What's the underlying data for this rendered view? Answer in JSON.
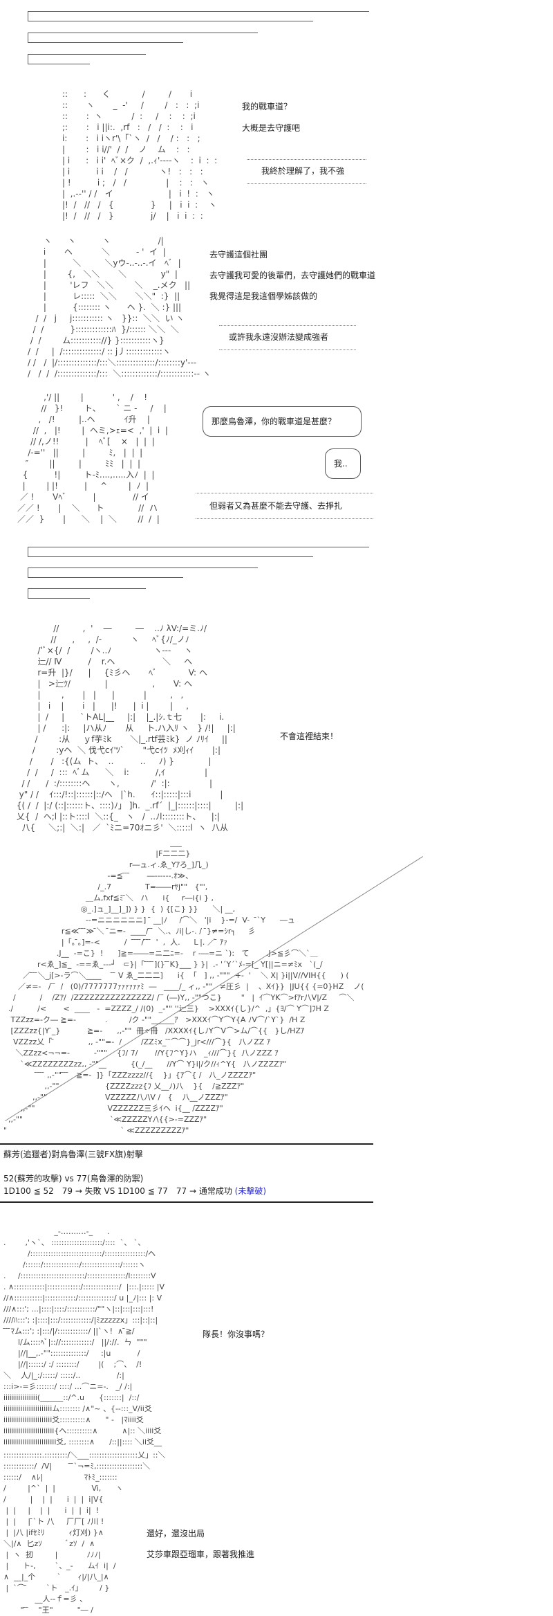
{
  "dialogue": {
    "p1_line1": "我的戰車道？",
    "p1_line2": "大概是去守護吧",
    "p1_box": "我終於理解了，我不強",
    "p2_line1": "去守護這個社團",
    "p2_line2": "去守護我可愛的後輩們，去守護她們的戰車道",
    "p2_line3": "我覺得這是我這個學姊該做的",
    "p2_box": "或許我永遠沒辦法變成強者",
    "p3_bubble": "那麼烏魯澤，你的戰車道是甚麼？",
    "p3_reply": "我..",
    "p3_box": "但弱者又為甚麼不能去守護、去掙扎",
    "p4_line": "不會這裡結束！",
    "p5_line": "隊長！你沒事嗎？",
    "p6_line1": "還好，還沒出局",
    "p6_line2": "艾莎車跟亞瑠車，跟著我推進"
  },
  "battle": {
    "title": "蘇芳(追獵者)對烏魯澤(三號FX旗)射擊",
    "versus": "52(蘇芳的攻擊) vs 77(烏魯澤的防禦)",
    "roll": "1D100 ≦ 52　79 → 失敗 VS 1D100 ≦ 77　77 → 通常成功 ",
    "result": "(未擊破)",
    "result_color": "#2a2ad0"
  },
  "art": {
    "aa1": [
      "::      :      く            /         /       i",
      "::       ヽ       _  ‐'     /        /   :   :  ;i",
      "::       :  ヽ           /  :     /    :    :  ;i",
      ";:       :   i ||i:.  ,rf   :   /   /  :    :   i",
      "i:       :   i iヽr'\\「`ヽ  /   /    / :   :   ;",
      "|        :   i i//'  /  /    ノ    ム    :   :",
      "| i      :   i i'  ﾍﾞ×ク  /  ,.ｨ'‐‐‐‐ヽ    :  i  :  :",
      "| i          i i    /   /            ヽ!   :   :   :",
      "| !          i ;   /   /               |    :   :   ヽ",
      "|  ,.-‐'' / /   イ                     |   i  !  :   ヽ",
      "|!  /   //   /   {              }     |   i  i  :    ヽ",
      "|!  /   //   /   }              j/    |   i  i  :  :"
    ],
    "aa2": [
      "      ヽ      ヽ          ヽ                  /|",
      "      i       ヘ           ＼          - '  イ  |",
      "      |          ＼         ＼yウ-..-..-.イ   ﾍﾞ  |",
      "      |        {,   ＼＼       ＼             y\"  |",
      "      |         'レフ   ＼＼        ＼    _.メク   ||",
      "      |          レ:::::  ＼＼       ＼＼\"  :}  ||",
      "      |          {:::::::: ヽ      ヘ }.  ＼ :} |||",
      "   /  /   j     j::::::::::: ヽ   }}::  ＼＼  い ヽ",
      "  /  /          }:::::::::::::ﾊ  }/:::::: ＼＼  ＼",
      " /  /        ム::::::::::://} }:::::::::::ヽ}",
      "/  /     |  /::::::::::::::/ :: j丿:::::::::::::ヽ",
      "/ /   /  |/::::::::::::::/:::＼::::::::::::::/::::::::y'‐‐‐",
      "/   /  /  /::::::::::::::/:::  ＼:::::::::::::/::::::::::::‐- ヽ"
    ],
    "aa3": [
      "          ,'/ ||        |           ' ,    /    !",
      "         //   }!        ト、      ` ニ -     /    |",
      "        ,   /!         |..ヘ           ｲ升    |",
      "      //  ,   |!        |  ヘミ,>ｪ=<  ,'  |  i  |",
      "     // /,ノ!!          |    ﾍﾞ[    ×   |  |  |",
      "    /‐=''   ||         |         ﾐ,   |  |  |",
      "   ″        ||         |         ﾐﾐ   |  |  |",
      "  {          !|         ト-ﾐ....,.....入ﾉ  |  |",
      "  |        | |!          |     ^        |  ﾉ  |",
      " ／ !       Vﾍﾞ          |              // イ",
      "／／ !       |    ＼      ト             //  ハ",
      "／／  }       |      ＼    |  ＼        //  /  |"
    ],
    "aa4": [
      "               //         ,  '    ―         ―    ..ﾉ λV:/=ミ.ﾉ/",
      "              //      ,     ,  /‐           ヽ     ﾍﾞ{ﾉ/_ノﾉ",
      "         /'ﾞ×{/  /        /ヽ..ﾉ                ヽ‐‐‐     ヽ",
      "         辷// Ⅳ          /    r.ヘ                  ＼     ヘ",
      "         r=升  |}/      |     {ﾐ彡ヘ       ﾍﾞ            V: ヘ",
      "         |   >辷ﾂ/             |                 ,       V: ヘ",
      "         |        ,       |   |      |           |         ,   ,",
      "         |   i    |       i   |      |!      |  i |        |     ,",
      "         |  /     |      `トAL|__     |:|    |_.|ｼ.ｔ七       |:     i.",
      "         | /      :|:     |ハ从ﾉ       从     ト.ハ入ﾘ ヽ   } /!|     |:|",
      "        /        :从     ｙf芋ﾐk       ＼|_.rtf芸ﾐk}  ノ ﾉﾘｲ     ||",
      "       /        :yヘ  ＼ 伐弋cｲ'ﾂ`       \"弋cｲﾂ  ﾒ刈ｨｲ       |:|",
      "      /       /   :{(ム  ト、  ‥          ‥     ﾉ) }             |",
      "     /  /     /  :::  ﾍﾞム      ＼    i:          /,ｲ               |",
      "   / /      /  :/::::::::ヘ       ヽ,            /'  :|:               |",
      "  y\" / /    ｲ:::/!::|::::::|::/ヘ   |`h.      ｲ::|:::::|:::i           |",
      " {( /  /  |:/ (::|::::::ト、::::)ﾉ」 ]h.  _.rf´  |_|::::::|::::|         |:|",
      " 乂{  /  ヘ;l |::ト::::l  ＼::{_   ヽ   /  ..ﾉl::::::::ト、    |:|",
      "   八{     ＼;:|  ＼:|   ／  `ﾐニ=70ｵニ彡'  ＼:::::l  ヽ  八从"
    ],
    "tank": [
      "                                                                     ___",
      "                                                               |F二二二}",
      "                                                    r―ュ.ィ.ゑ_Yｱろ_]几_)",
      "                                           -=≦ ̄ ̄ ̄       ―‐‐‐‐‐‐.ｵ≫、",
      "                                       /_.7              T=――rﾔj\"\"   {\"',",
      "                                  ＿ム,fxf≦ﾐ ̄＼   ハ      i{     r―i{i } ,",
      "                                ◎_.]ュ_]__]_]) } }  {  ) {[こ} }}      ＼| __,",
      "                                  ‐-=ニニニニニニ]  ̄ __|ﾉ     /⌒＼   '|i    }-=/  V-   ̄`Y      ―ュ",
      "                        r≦≪ ̄ ̄ ̄≫ ̄＼  ̄ニ=-  ____/ ̄ ̄  ＼.、ﾉi|し-. /  ̄}≠=ｼr┐     彡",
      "                        |「｡ ̄｡]=-<          /   ̄ ̄ ̄ ̄/ ̄ ̄ ̄  '  ,  人.     Ｌ|. ／ ̄ ｱｧ",
      "                      .J__  -=こ}  !      ]≧=――=ニ二ﾆ=-    r -―=ニ `):   て       .J>≦彡⌒＼`＿",
      "              r<ゑ_]≦_  -==ゑ_‐‐‐┘   ⊂}|「 ̄ ̄ ̄ ̄](} ̄ ̄K}___ } }|  .- '´Y´`ﾒ-=[_ Y[||ニ=≠ﾐx   `(_/",
      "        ／ ̄ ̄ ̄＼_j[>-ラ⌒＼____     ̄ ̄ V ゑ_二二二]      i{  「   ] ,, -\"\"\"  +-  '    ＼ X| }i||V//VIH{{      ) (",
      "      ／≠=-   / ̄ ̄  /   (0)/7777777ｧｧｧｧｧｧﾐ  ―   ____/_ ィ,, -\"\"   ≠圧彡  |    、Xｲ}}  |JU{{ {=0}HZ    ノ(",
      "    /          /    /Zｱ/  /ZZZZZZZZZZZZZZZ/ / ̄ ̄ (―)Y,, -\"\"つこ}        \"   |  ｲ⌒YK⌒>fｱr八V|/Z     ⌒＼",
      "  ./          /<       <  ____   -  =ZZZZ_/ /(0)  _-\"\" ''辷三}    >XXXｲ{し}/^  ,」{ﾖ/⌒ Y⌒]ﾌH Z",
      "   TZZzz=-ク― ≧=-            .         /ク -\"\"______ｱ   >XXXｲ⌒Y⌒Y{A ﾉV⌒/`Y`}  /H Z",
      "   [ZZZzz{|Y ̄_}           ≧=-      ,,-\"\"  冊÷冊   /XXXXｲ{しﾉY⌒V⌒>ム/⌒{{   }し/HZｱ",
      "    VZZzz乂「 ̄              ,, -\"\"=-  /        /ZZﾐx_ ̄ ̄⌒⌒}_jr<///⌒}{   八ノZZ ｱ",
      "     ＼ZZzz<¬¬=-          -\"\"\"    {ﾌ/ 7/       //Y{ﾌ^Y}ハ   _ｨ///⌒}{  八ノZZZ ｱ",
      "       `≪ZZZZZZZZzz,, -\"\"__          {(_/__      //Y⌒ Y}i|/ク//ｨ^Y{   八ノZZZZｱ\"",
      "              ̄ ̄ ̄ ̄ ,,-\"\" ̄ ̄ ̄   ≧=-  ]}「ZZZzzzz//{    }」{ｱ⌒{ /   八_ノZZZZｱ\"",
      "                 ,,-\"\"                   {ZZZZzzz{ﾌ 乂__ﾉ)八    }{    /≧ZZZｱ\"",
      "            ,,-\"\"                        VZZZZZ八ﾉ\\V /   {    八__ノZZZｱ\"",
      "       ,,-\"\"                              VZZZZZZ三彡ｲヘ  i{__ /ZZZZｱ\"",
      "  ,,-\"\"                                    `≪ZZZZZYﾉ\\{{>-=ZZZｱ\"",
      "\"                                               ` ≪ZZZZZZZZZｱ\""
    ],
    "aa5": [
      "                     _-‥‥‥‥‥-_      .",
      ".        ,'ヽ`、 ::::::::::::::::::::/::::  `、 `、",
      "          /::::::::::::::::::::::::::::/::::::::::::::::/ヘ",
      "        /::::::/::::::::::::::/:::::::::::::::/::::::ヽ",
      ".     /:::::::::::::::::::::::::/:::::::::::::::/l::::::::V",
      ". ∧::::::::::::|:::::::::::::/::::::::::::::/  |:::.|::::: |V",
      "//∧:::::::::::|::::::::::::/::::::::::::::/ u |_ﾉ|::: |: V",
      "///∧:::'; ...|::::|::::/:::::::::::/\"\"ヽ|::|:::|:::|:::!",
      "////ﾊ:::'; :|::::|:::/::::::::::::/|ﾐzzzzzx」:::|::|::|",
      " ̄ ̄ ̄ﾏム:::'; :|:::/|/::::::::::::/ ||`ヽ!  ∧ ̄≧/",
      "      l/ム::::ﾍﾞ|:://::::::::::::/   ||/://.  ㄣ  \"\"\"",
      "      |//|__,.-\"\"::::::::::::::/     :|u           /",
      "      |//|::::::/ :/ ::::::::/        |(    ;⌒、  /!",
      "＼    人/|_:/:::::/ :::::/..               /:|",
      ":::i>-=彡:::::::/ ::::/ ...⌒ニ=-.   _/ /:|",
      "iiiiiiiiiiiiiiii(______::/^.u      {:::::::|  /::/",
      "iiiiiiiiiiiiiiiiiiiiiiiム:::::::: /∧\"~ 、{‐-:::_V/ii爻",
      "iiiiiiiiiiiiiiiiiiiiiii爻::::::::::∧      \" -   |ﾏiiii爻",
      "iiiiiiiiiiiiiiiiiiiiiiii{ヘ::::::::::∧          ∧|:: ＼iiii爻",
      "iiiiiiiiiiiiiiiiiiiiiiiii爻, ::::::::∧      /::||:::: ＼ii爻__"
    ],
    "aa6": [
      ":::::::::::::::.:::::::::/＼___:::::::::::::::::::乂」::＼",
      "::::::::::::/  /V|        ̄ ̄`¬=ﾐ,::::::::::::::::::＼",
      "::::::/    ∧ﾚ|                 ﾏﾄﾐ_:::::::",
      "/         |^`  |  |               Vi,      ヽ",
      "/          |    |  |      i  |  |  i|V{",
      " |  |     |    |  |      i  |  |  i|  !",
      " |  |     | ̄`ト 八     厂厂[ ﾉ川 !",
      " |  |八 |ifｾﾐﾘ          ｨ灯刈) }∧",
      "＼|/∧  匕zｿ          ﾞzｿ  /  ∧",
      " |  ヽ  扨         |            ﾉﾉﾉ|",
      " |      ト-,        `、_-      ムｲ  i|  /",
      "∧  __|_个         `       ｨ|/|八_|∧",
      " |  `⌒ ̄        `ト   _.ｲ」       / }",
      "             __人‐‐ｆ=彡 、",
      "       \" ̄ ̄    \"王\"          \"― /"
    ]
  }
}
